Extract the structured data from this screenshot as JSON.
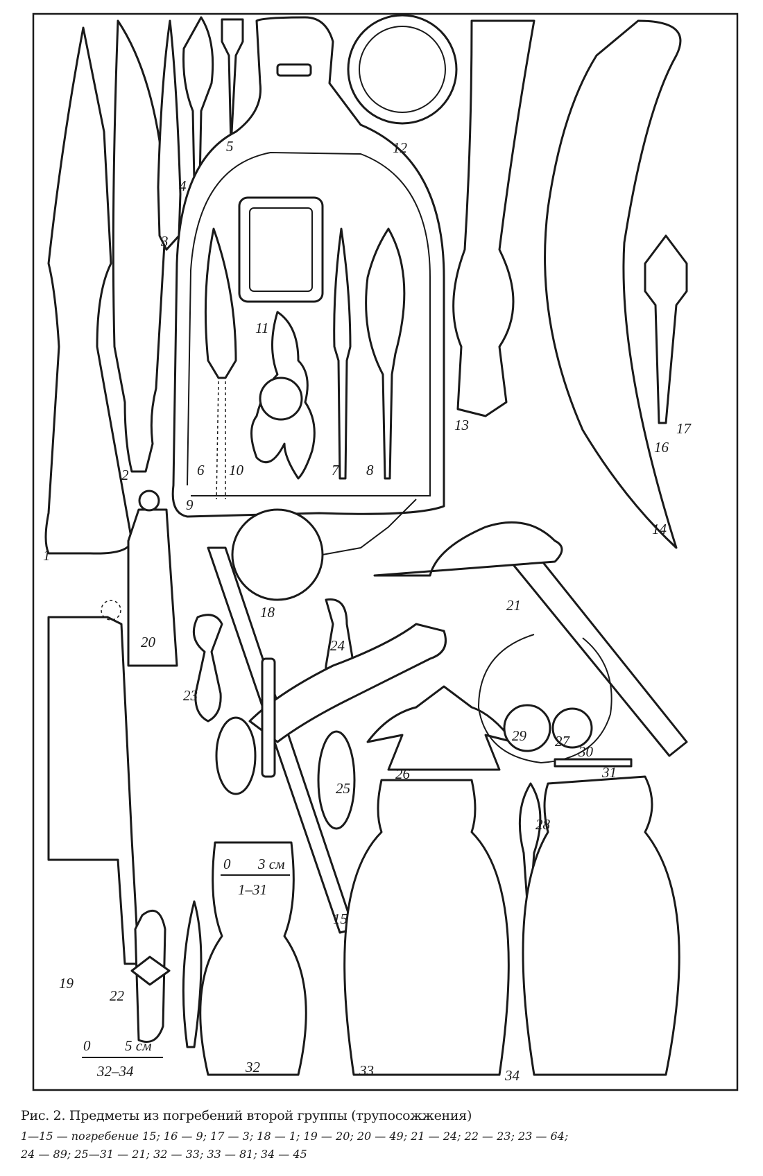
{
  "figure": {
    "labels": {
      "l1": "1",
      "l2": "2",
      "l3": "3",
      "l4": "4",
      "l5": "5",
      "l6": "6",
      "l7": "7",
      "l8": "8",
      "l9": "9",
      "l10": "10",
      "l11": "11",
      "l12": "12",
      "l13": "13",
      "l14": "14",
      "l15": "15",
      "l16": "16",
      "l17": "17",
      "l18": "18",
      "l19": "19",
      "l20": "20",
      "l21": "21",
      "l22": "22",
      "l23": "23",
      "l24": "24",
      "l25": "25",
      "l26": "26",
      "l27": "27",
      "l28": "28",
      "l29": "29",
      "l30": "30",
      "l31": "31",
      "l32": "32",
      "l33": "33",
      "l34": "34"
    },
    "scale_small": {
      "zero": "0",
      "length": "3 см",
      "range": "1–31"
    },
    "scale_large": {
      "zero": "0",
      "length": "5 см",
      "range": "32–34"
    }
  },
  "caption": {
    "title": "Рис. 2. Предметы из погребений второй группы (трупосожжения)",
    "line1": "1—15 — погребение 15;   16 — 9;   17 — 3;   18 — 1;   19 — 20;   20 — 49;   21 — 24;   22 — 23;   23 — 64;",
    "line2": "24 — 89;  25—31 — 21;  32 — 33;  33 — 81;  34 — 45"
  }
}
